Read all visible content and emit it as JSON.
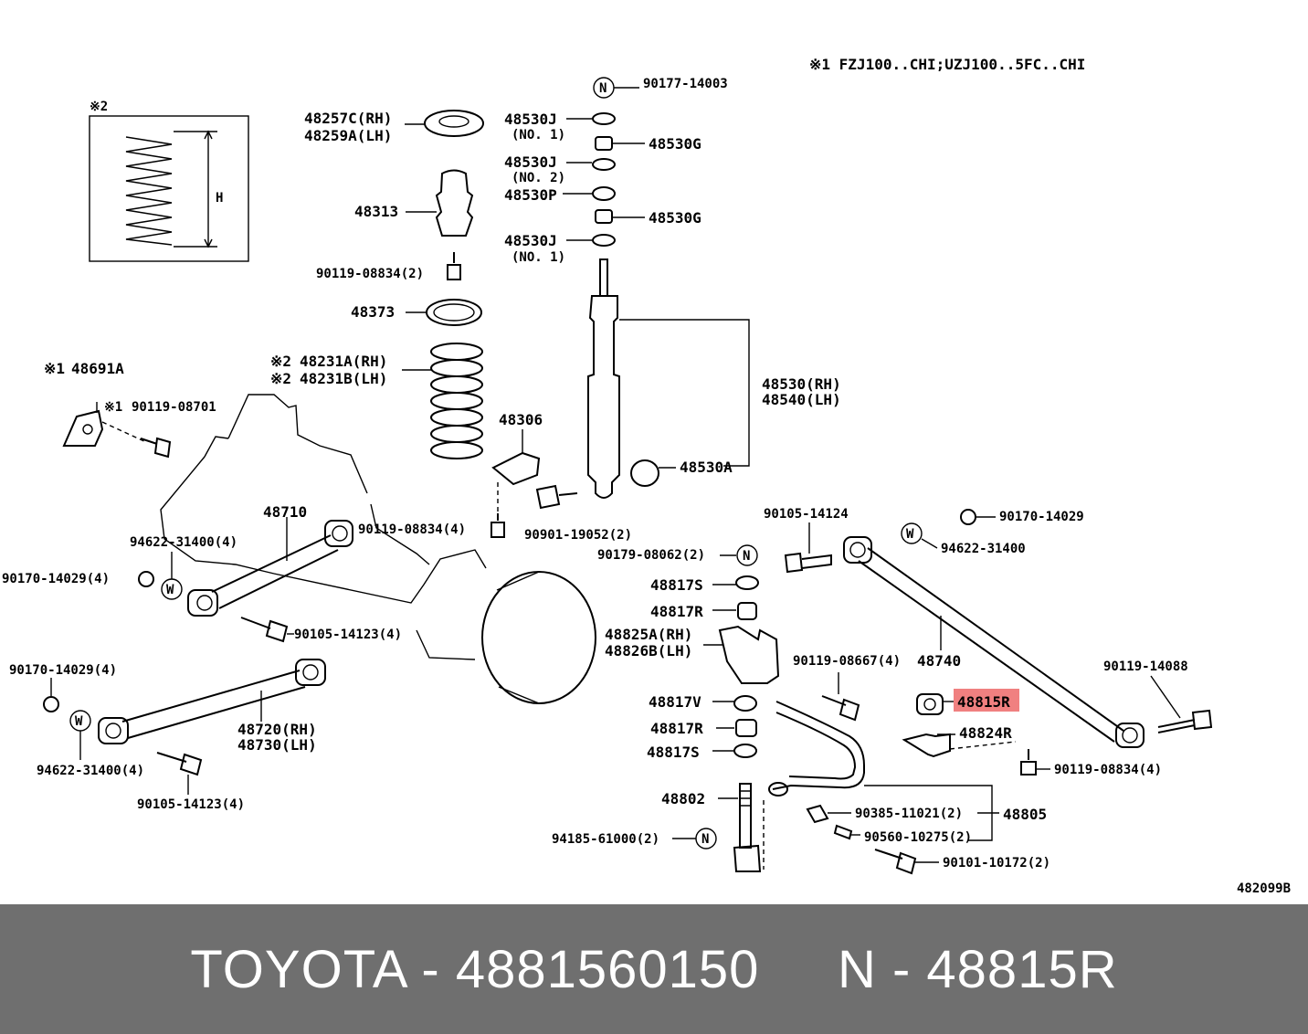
{
  "diagram": {
    "note_title": "※1   FZJ100..CHI;UZJ100..5FC..CHI",
    "inset_mark": "※2",
    "inset_dim": "H",
    "ref_code": "482099B",
    "highlight": "#f08080",
    "labels": {
      "p90177": "90177-14003",
      "p48257": "48257C(RH)",
      "p48259": "48259A(LH)",
      "p48530J1": "48530J",
      "no1a": "(NO. 1)",
      "p48530G1": "48530G",
      "p48530J2": "48530J",
      "no2": "(NO. 2)",
      "p48530P": "48530P",
      "p48530G2": "48530G",
      "p48530J3": "48530J",
      "no1b": "(NO. 1)",
      "p48313": "48313",
      "p90119_08834a": "90119-08834(2)",
      "p48373": "48373",
      "m48691": "※1",
      "p48691": "48691A",
      "m90119_08701": "※1",
      "p90119_08701": "90119-08701",
      "m48231a": "※2",
      "p48231a": "48231A(RH)",
      "m48231b": "※2",
      "p48231b": "48231B(LH)",
      "p48306": "48306",
      "p48530": "48530(RH)",
      "p48540": "48540(LH)",
      "p48530A": "48530A",
      "p48710": "48710",
      "p94622a": "94622-31400(4)",
      "p90170a": "90170-14029(4)",
      "p90119_08834b": "90119-08834(4)",
      "p90901": "90901-19052(2)",
      "p90105_14124": "90105-14124",
      "p90170b": "90170-14029",
      "p94622b": "94622-31400",
      "p90179": "90179-08062(2)",
      "p48817S1": "48817S",
      "p48817R1": "48817R",
      "p48825": "48825A(RH)",
      "p48826": "48826B(LH)",
      "p90105_14123a": "90105-14123(4)",
      "p90119_08667": "90119-08667(4)",
      "p48740": "48740",
      "p90119_14088": "90119-14088",
      "p90170c": "90170-14029(4)",
      "p48817V": "48817V",
      "p48815R": "48815R",
      "p48817R2": "48817R",
      "p48824R": "48824R",
      "p48720": "48720(RH)",
      "p48730": "48730(LH)",
      "p48817S2": "48817S",
      "p90119_08834c": "90119-08834(4)",
      "p94622c": "94622-31400(4)",
      "p90105_14123b": "90105-14123(4)",
      "p48802": "48802",
      "p90385": "90385-11021(2)",
      "p48805": "48805",
      "p94185": "94185-61000(2)",
      "p90560": "90560-10275(2)",
      "p90101": "90101-10172(2)"
    },
    "symbols": {
      "n": "N",
      "w": "W"
    }
  },
  "footer": {
    "text": "TOYOTA - 4881560150     N - 48815R"
  }
}
